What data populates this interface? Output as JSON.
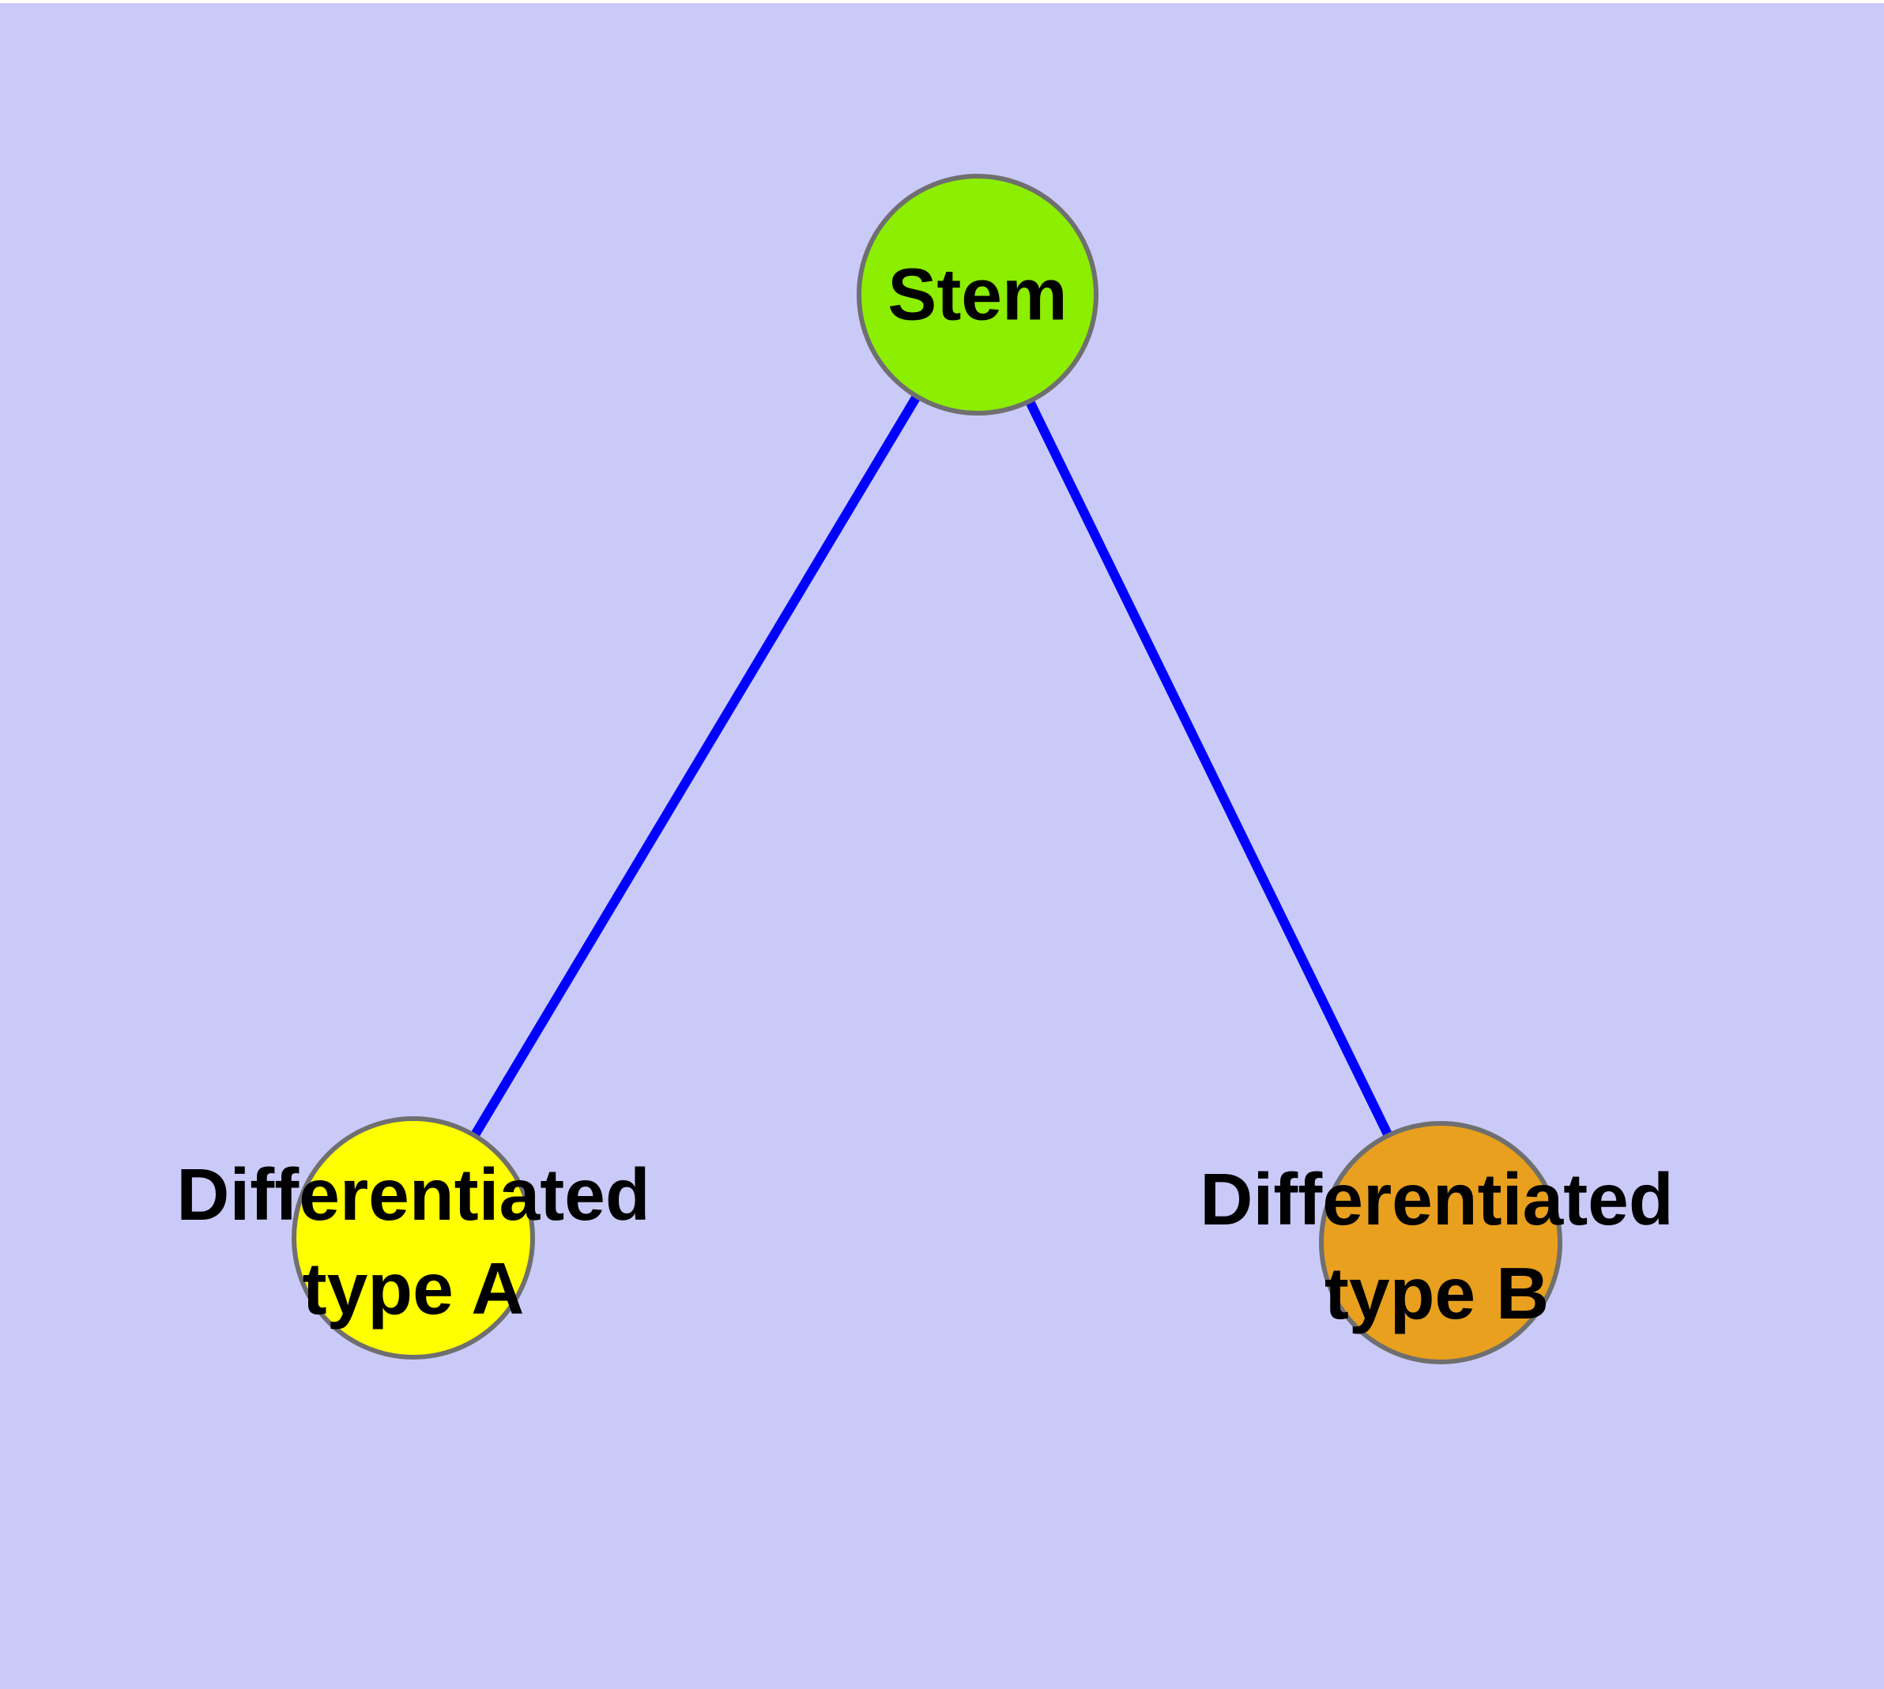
{
  "colors": {
    "background": "#CACAF9",
    "top_strip": "#FFFFFF",
    "edge": "#0000FF",
    "node_border": "#6F6F6F",
    "label_text": "#000000"
  },
  "graph": {
    "nodes": [
      {
        "id": "stem",
        "label_lines": [
          "Stem"
        ],
        "fill": "#8CEE00"
      },
      {
        "id": "differentiated-type-a",
        "label_lines": [
          "Differentiated",
          "type A"
        ],
        "fill": "#FFFF00"
      },
      {
        "id": "differentiated-type-b",
        "label_lines": [
          "Differentiated",
          "type B"
        ],
        "fill": "#E8A01E"
      }
    ],
    "edges": [
      {
        "from": "stem",
        "to": "differentiated-type-a"
      },
      {
        "from": "stem",
        "to": "differentiated-type-b"
      }
    ]
  }
}
